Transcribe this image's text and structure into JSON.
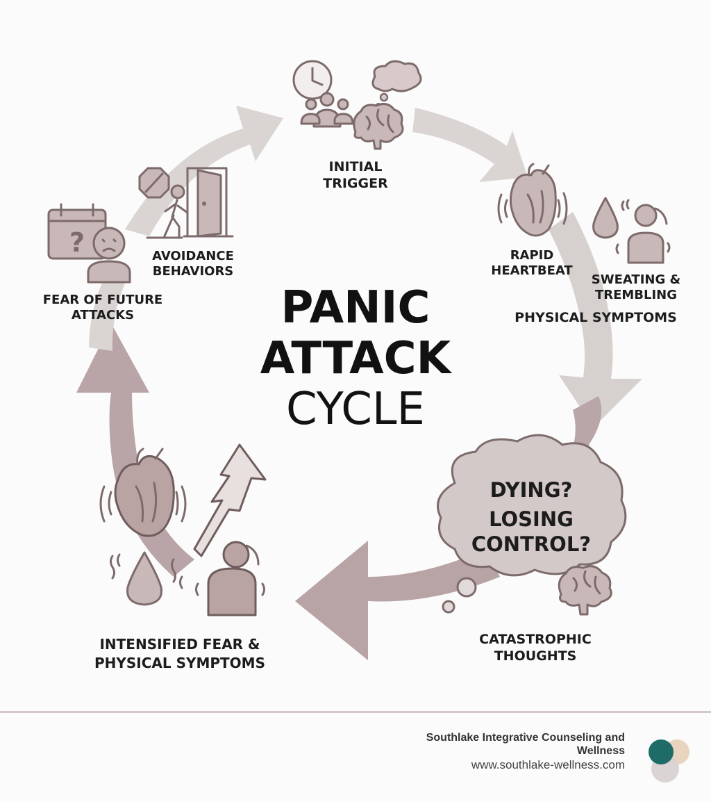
{
  "title": {
    "line1": "PANIC",
    "line2": "ATTACK",
    "line3": "CYCLE"
  },
  "stages": {
    "initial_trigger": [
      "INITIAL",
      "TRIGGER"
    ],
    "rapid_heartbeat": [
      "RAPID",
      "HEARTBEAT"
    ],
    "sweating": [
      "SWEATING &",
      "TREMBLING"
    ],
    "physical_symptoms": "PHYSICAL SYMPTOMS",
    "thought_bubble": [
      "DYING?",
      "LOSING",
      "CONTROL?"
    ],
    "catastrophic_thoughts": [
      "CATASTROPHIC",
      "THOUGHTS"
    ],
    "intensified": [
      "INTENSIFIED FEAR &",
      "PHYSICAL SYMPTOMS"
    ],
    "fear_future": [
      "FEAR OF FUTURE",
      "ATTACKS"
    ],
    "avoidance": [
      "AVOIDANCE",
      "BEHAVIORS"
    ]
  },
  "icons": {
    "trigger": [
      "clock-icon",
      "crowd-icon",
      "thought-cloud-icon",
      "brain-icon"
    ],
    "heartbeat": [
      "heart-icon"
    ],
    "sweating": [
      "droplet-icon",
      "person-distressed-icon"
    ],
    "catastrophic": [
      "brain-icon"
    ],
    "intensified": [
      "heart-icon",
      "lightning-arrow-icon",
      "droplet-icon",
      "person-distressed-icon"
    ],
    "fear_future": [
      "calendar-question-icon",
      "worried-person-icon"
    ],
    "avoidance": [
      "stop-sign-icon",
      "walking-person-icon",
      "door-icon"
    ]
  },
  "colors": {
    "arrow_light": "#d9d4d2",
    "arrow_dark": "#b4a0a2",
    "icon_fill": "#c9b8b8",
    "icon_stroke": "#7d6a6a",
    "logo_teal": "#1f6b68",
    "logo_tan": "#e6cfb8",
    "logo_grey": "#d8d2d2"
  },
  "footer": {
    "org_line1": "Southlake Integrative Counseling and",
    "org_line2": "Wellness",
    "url": "www.southlake-wellness.com"
  }
}
